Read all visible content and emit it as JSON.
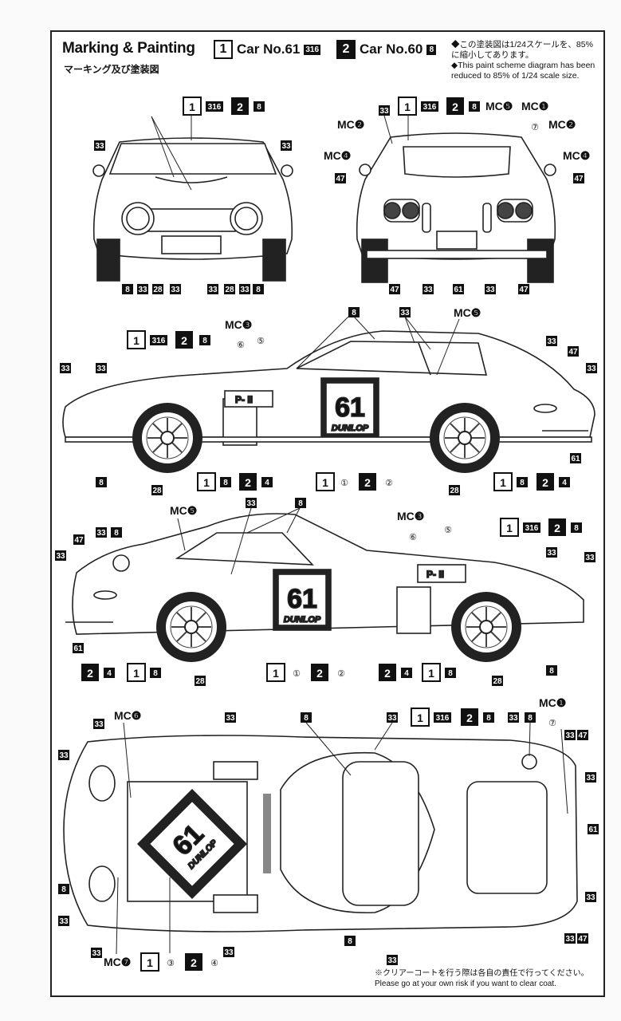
{
  "header": {
    "title_en": "Marking & Painting",
    "title_jp": "マーキング及び塗装図"
  },
  "cars": [
    {
      "badge": "1",
      "label": "Car No.61",
      "code": "316"
    },
    {
      "badge": "2",
      "label": "Car No.60",
      "code": "8"
    }
  ],
  "note": {
    "jp": "◆この塗装図は1/24スケールを、85%に縮小してあります。",
    "en": "◆This paint scheme diagram has been reduced to 85% of 1/24 scale size."
  },
  "footer": {
    "jp": "※クリアーコートを行う際は各自の責任で行ってください。",
    "en": "Please go at your own risk if you want to clear coat."
  },
  "decal_numbers": [
    "8",
    "28",
    "33",
    "47",
    "61",
    "4",
    "316"
  ],
  "mc_labels": [
    "MC❶",
    "MC❷",
    "MC❸",
    "MC❹",
    "MC❺",
    "MC❻",
    "MC❼"
  ],
  "circled": [
    "①",
    "②",
    "③",
    "④",
    "⑤",
    "⑥",
    "⑦"
  ],
  "livery": {
    "number": "61",
    "sponsor": "DUNLOP",
    "plate": "P- II"
  }
}
